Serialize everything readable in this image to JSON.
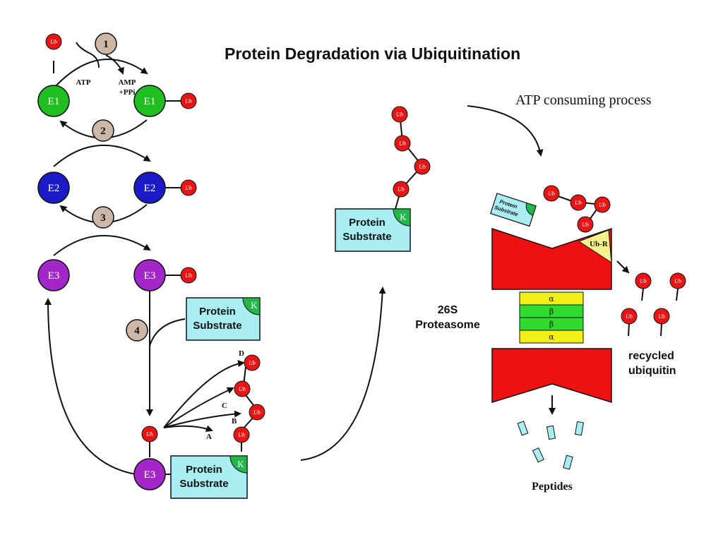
{
  "title": "Protein Degradation via Ubiquitination",
  "atp_note": "ATP consuming process",
  "ub_label": "Ub",
  "enzymes": {
    "e1": "E1",
    "e2": "E2",
    "e3": "E3"
  },
  "steps": [
    "1",
    "2",
    "3",
    "4"
  ],
  "cofactors": {
    "atp": "ATP",
    "amp": "AMP",
    "ppi": "+PPi"
  },
  "substrate": {
    "line1": "Protein",
    "line2": "Substrate",
    "small": "Protein Substrate",
    "k": "K"
  },
  "branches": [
    "A",
    "B",
    "C",
    "D"
  ],
  "proteasome": {
    "line1": "26S",
    "line2": "Proteasome",
    "receptor": "Ub-R",
    "rings": [
      "α",
      "β",
      "β",
      "α"
    ]
  },
  "recycled": {
    "line1": "recycled",
    "line2": "ubiquitin"
  },
  "peptides": "Peptides",
  "colors": {
    "e1": "#1fbf1f",
    "e2": "#1a1ac9",
    "e3": "#a326c9",
    "ub": "#e81515",
    "step": "#cdb8a8",
    "substrate": "#a8eef2",
    "k": "#22b84a",
    "proteasome": "#ef1010",
    "alpha": "#f2ee18",
    "beta": "#2edb2e",
    "receptor": "#f7f28a",
    "peptide": "#a8eef2"
  }
}
